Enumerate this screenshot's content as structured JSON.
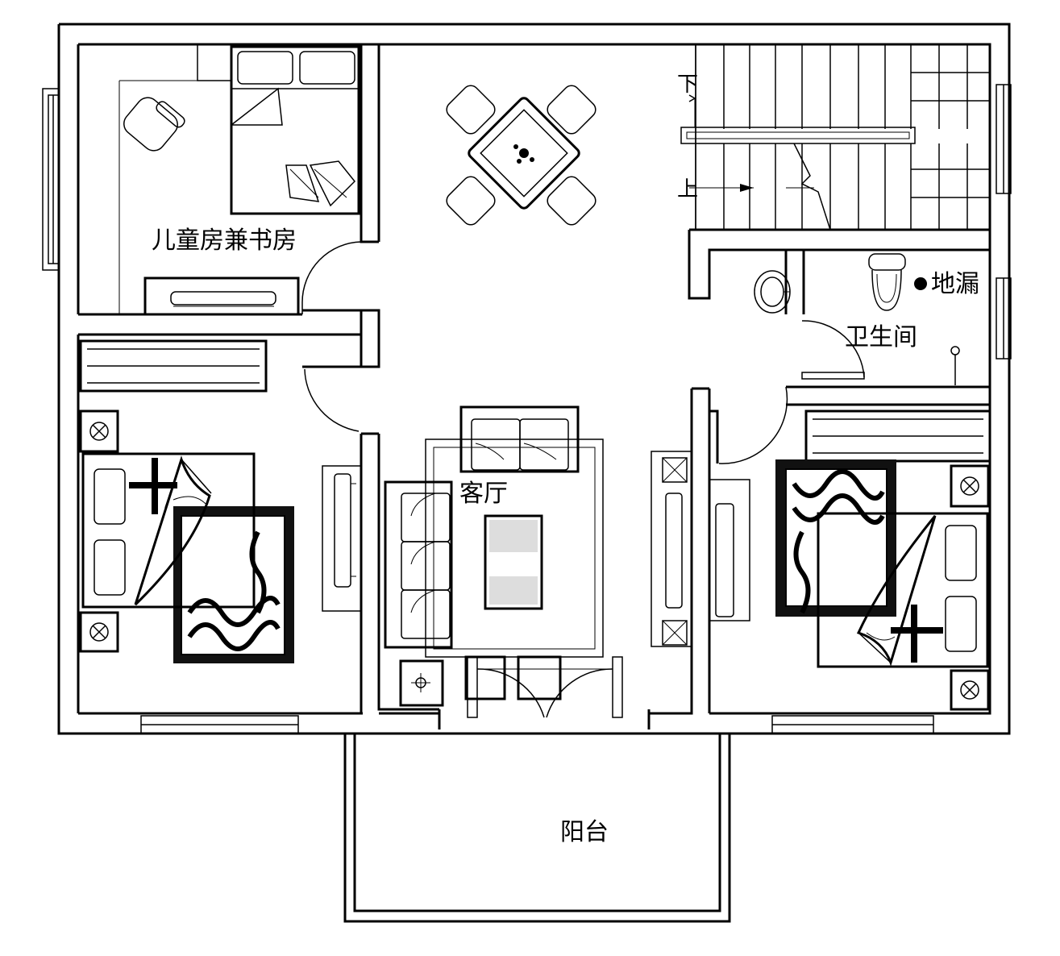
{
  "rooms": {
    "kids_study": "儿童房兼书房",
    "living_room": "客厅",
    "bathroom": "卫生间",
    "floor_drain": "地漏",
    "balcony": "阳台"
  },
  "stairs": {
    "down": "下",
    "up": "上"
  }
}
